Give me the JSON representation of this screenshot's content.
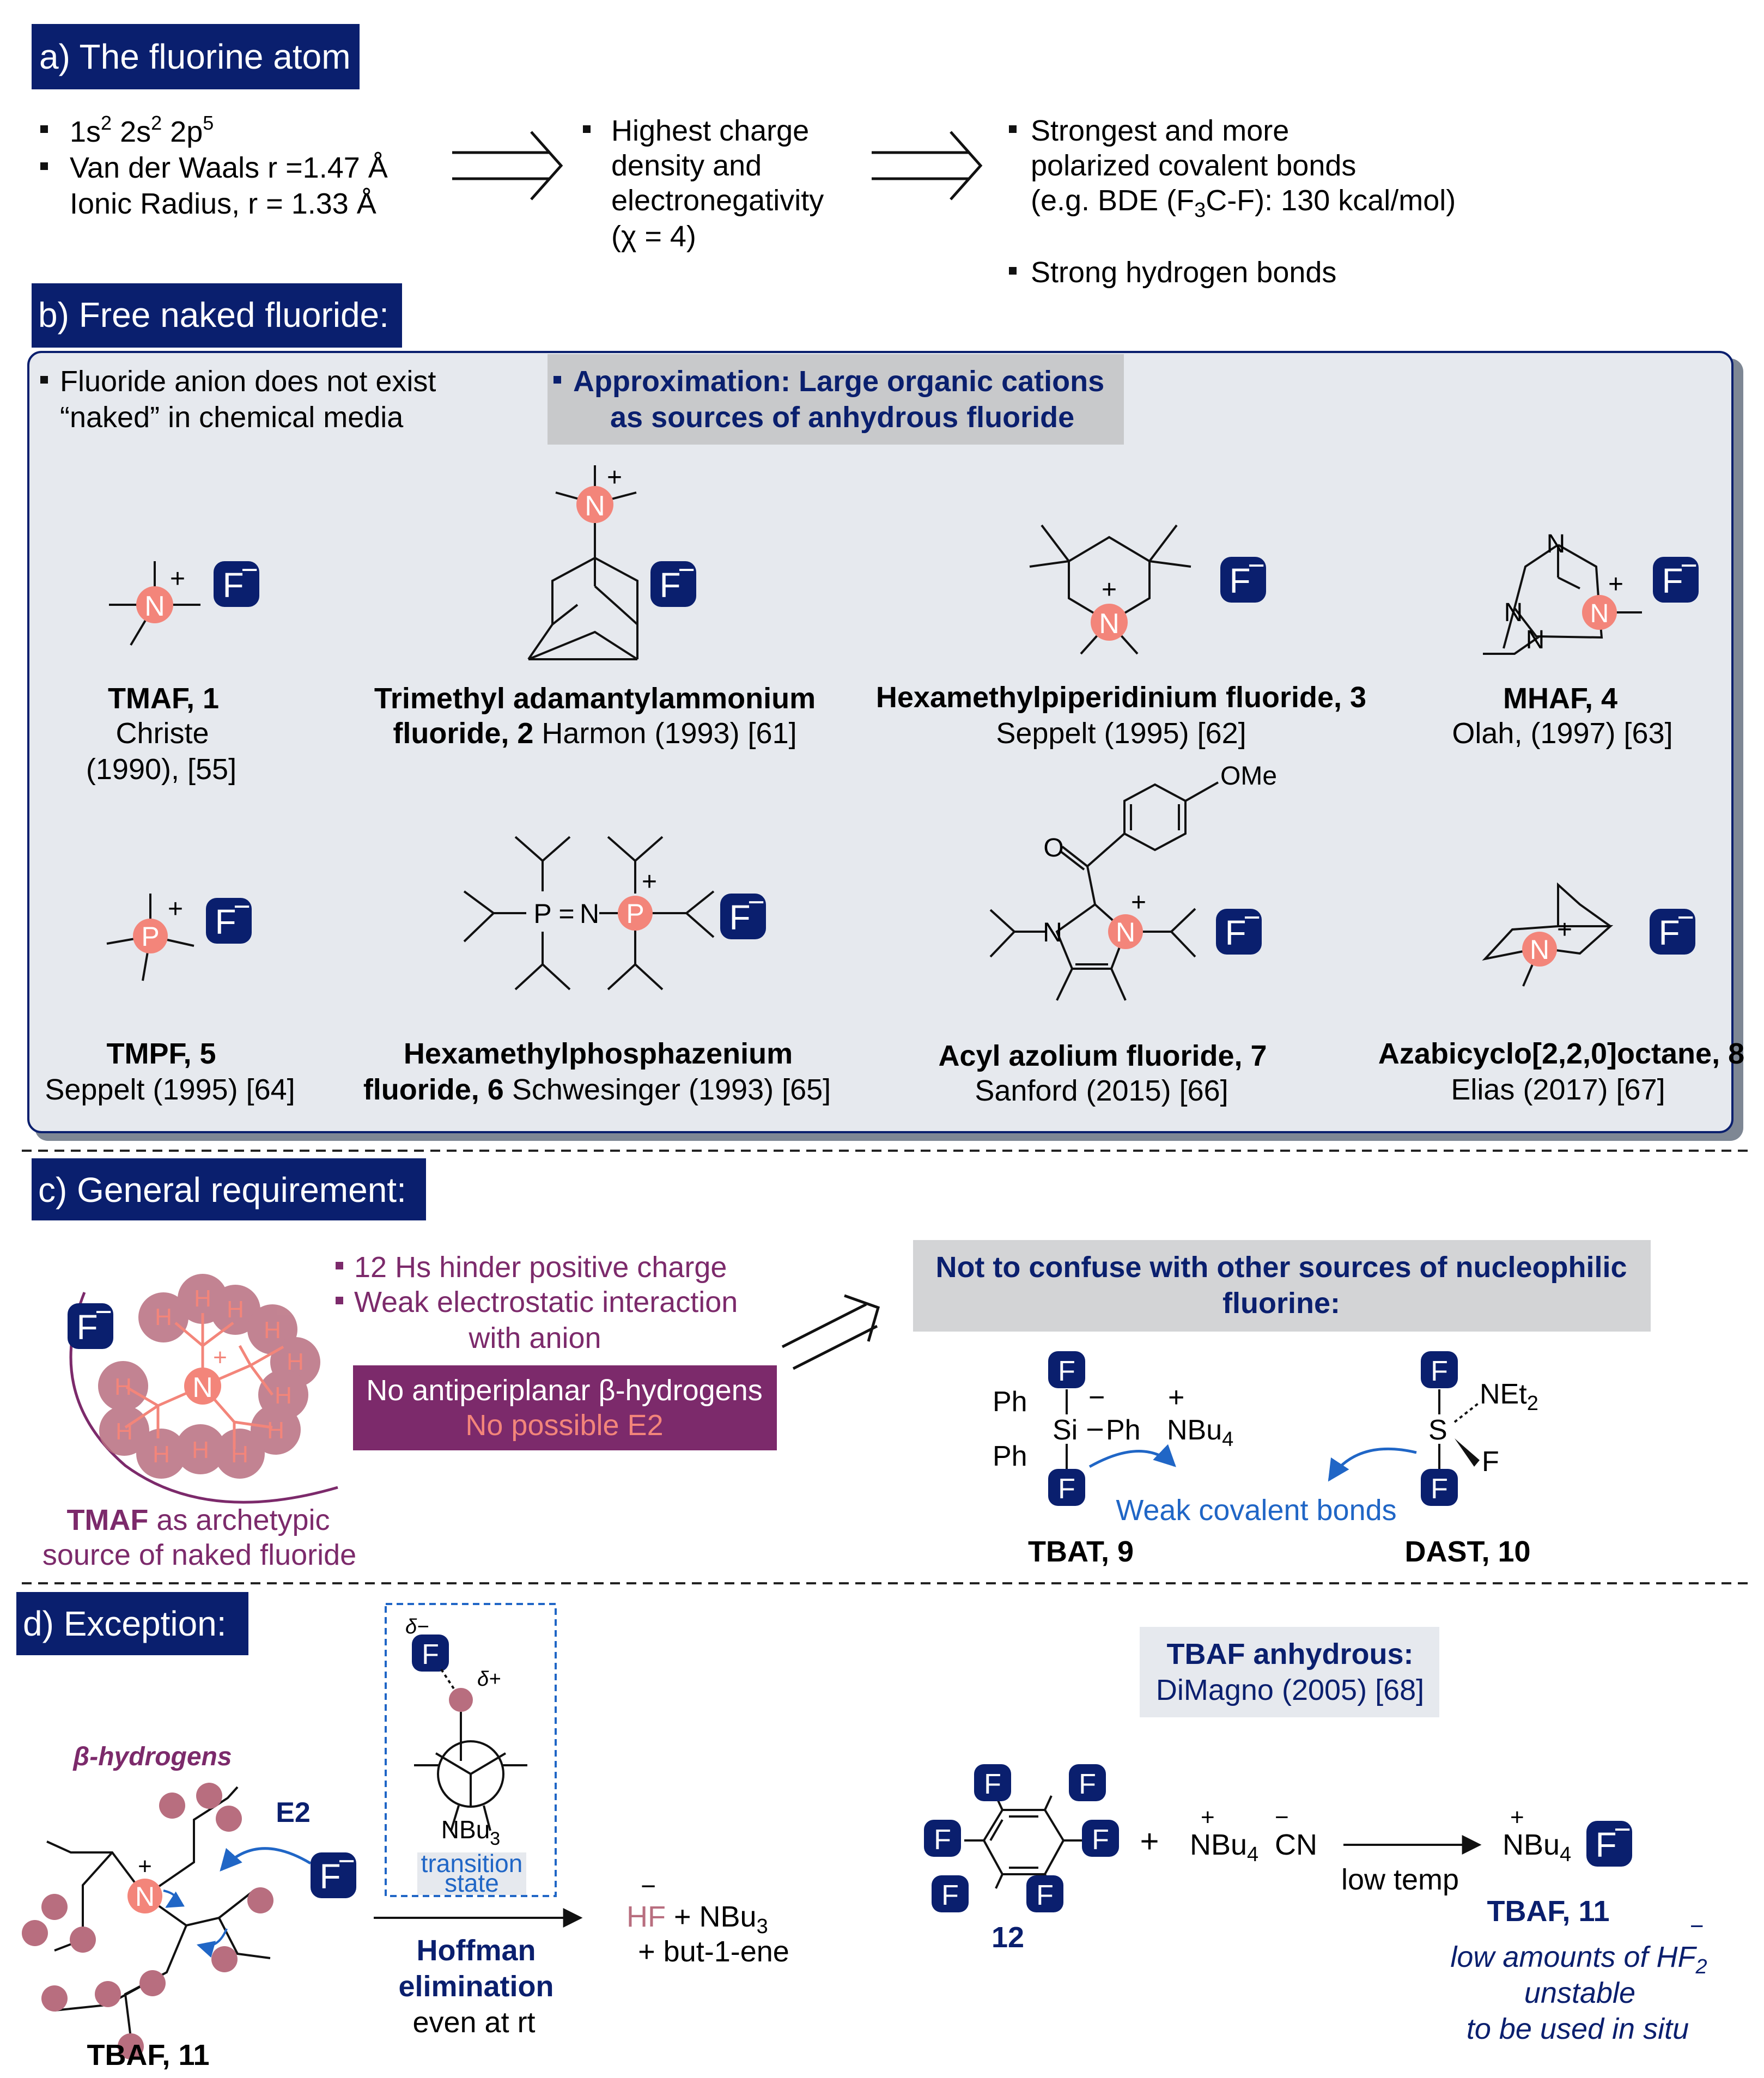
{
  "section_a": {
    "title": "a) The fluorine atom",
    "col1": {
      "config_1s": "1s",
      "config_1s_sup": "2",
      "config_2s": " 2s",
      "config_2s_sup": "2",
      "config_2p": " 2p",
      "config_2p_sup": "5",
      "vdw": "Van der Waals r =1.47 Å",
      "ionic": "Ionic Radius, r = 1.33 Å"
    },
    "col2": {
      "line1": "Highest charge",
      "line2": "density and",
      "line3": "electronegativity",
      "line4": "(χ = 4)"
    },
    "col3": {
      "line1": "Strongest and more",
      "line2": "polarized covalent bonds",
      "line3_pre": "(e.g. BDE (F",
      "line3_sub": "3",
      "line3_post": "C-F): 130 kcal/mol)",
      "line4": "Strong hydrogen bonds"
    }
  },
  "section_b": {
    "title": "b) Free naked fluoride:",
    "note_line1": "Fluoride anion does not exist",
    "note_line2": "“naked” in chemical media",
    "approx_line1": "Approximation: Large organic cations",
    "approx_line2": "as sources of anhydrous fluoride",
    "compounds": [
      {
        "name": "TMAF, 1",
        "ref1": "Christe",
        "ref2": "(1990), [55]"
      },
      {
        "name": "Trimethyl adamantylammonium",
        "name2": "fluoride, 2",
        "ref": " Harmon (1993) [61]"
      },
      {
        "name": "Hexamethylpiperidinium fluoride, 3",
        "ref": "Seppelt (1995) [62]"
      },
      {
        "name": "MHAF, 4",
        "ref": "Olah, (1997) [63]"
      },
      {
        "name": "TMPF, 5",
        "ref": "Seppelt (1995) [64]"
      },
      {
        "name": "Hexamethylphosphazenium",
        "name2": "fluoride, 6",
        "ref": " Schwesinger (1993) [65]"
      },
      {
        "name": "Acyl azolium fluoride, 7",
        "ref": "Sanford (2015) [66]"
      },
      {
        "name": "Azabicyclo[2,2,0]octane, 8",
        "ref": "Elias (2017) [67]"
      }
    ],
    "atom_labels": {
      "N": "N",
      "P": "P",
      "F": "F",
      "minus": "−",
      "plus": "+",
      "eq": "=",
      "O": "O",
      "OMe": "OMe"
    }
  },
  "section_c": {
    "title": "c)  General requirement:",
    "bullet1": "12 Hs hinder positive charge",
    "bullet2": "Weak electrostatic interaction",
    "bullet2b": "with anion",
    "box_line1": "No antiperiplanar β-hydrogens",
    "box_line2": "No possible E2",
    "tmaf_bold": "TMAF",
    "tmaf_rest": " as archetypic",
    "tmaf_line2": "source of naked fluoride",
    "confuse_line1": "Not to confuse with other sources of nucleophilic",
    "confuse_line2": "fluorine:",
    "weak_bonds": "Weak covalent bonds",
    "tbat": "TBAT, 9",
    "dast": "DAST, 10",
    "labels": {
      "Ph": "Ph",
      "Si": "Si",
      "S": "S",
      "NBu": "NBu",
      "NEt": "NEt",
      "sub4": "4",
      "sub2": "2",
      "H": "H"
    }
  },
  "section_d": {
    "title": "d)  Exception:",
    "beta": "β-hydrogens",
    "e2": "E2",
    "tbaf": "TBAF, 11",
    "delta_minus": "δ−",
    "delta_plus": "δ+",
    "nbu3": "NBu",
    "sub3": "3",
    "ts1": "transition",
    "ts2": "state",
    "hoffman1": "Hoffman",
    "hoffman2": "elimination",
    "hoffman3": "even at rt",
    "product1_h": "HF",
    "product1_rest": " + NBu",
    "product2": "+ but-1-ene",
    "anhydrous1": "TBAF anhydrous:",
    "anhydrous2": "DiMagno (2005) [68]",
    "cmpd12": "12",
    "plus": "+",
    "cn": "CN",
    "low_temp": "low temp",
    "tbaf11": "TBAF, 11",
    "note1": "low amounts of HF",
    "note2": "unstable",
    "note3": "to be used in situ"
  },
  "colors": {
    "navy": "#0a1f6e",
    "salmon": "#f3857a",
    "purple": "#7c2a6b",
    "mauve": "#b86e7f",
    "gray_panel": "#e6e9ee",
    "gray_box": "#c8c9cb",
    "blue": "#2066c6"
  }
}
